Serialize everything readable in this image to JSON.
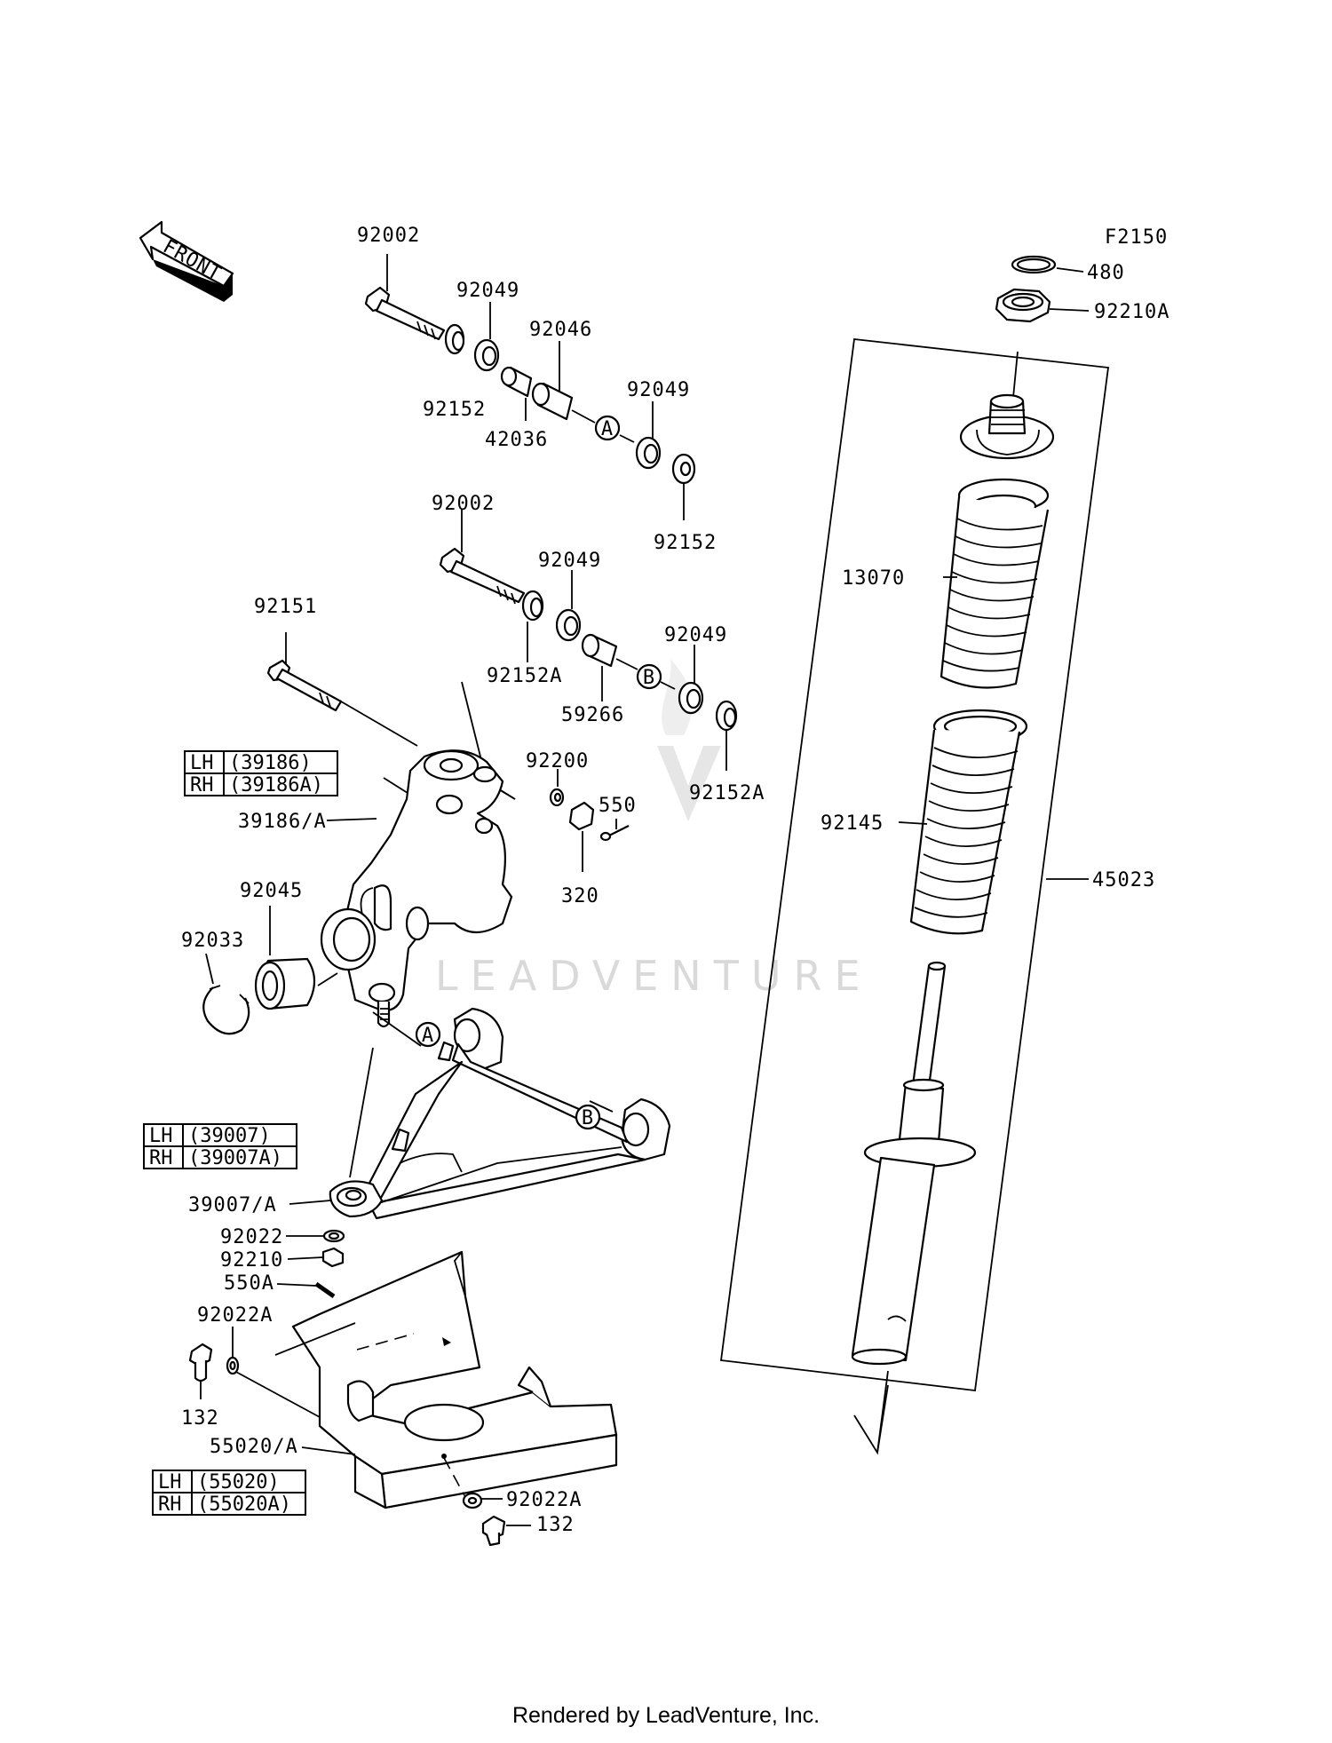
{
  "figure_code": "F2150",
  "front_badge": "FRONT",
  "watermark": "LEADVENTURE",
  "footer": "Rendered by LeadVenture, Inc.",
  "callouts": {
    "a_top": "A",
    "b_top": "B",
    "a_low": "A",
    "b_low": "B"
  },
  "labels": {
    "p92002_top": "92002",
    "p92049_a": "92049",
    "p92046": "92046",
    "p92152_a": "92152",
    "p42036": "42036",
    "p92049_b": "92049",
    "p92152_b": "92152",
    "p92002_mid": "92002",
    "p92049_c": "92049",
    "p92152A_a": "92152A",
    "p59266": "59266",
    "p92049_d": "92049",
    "p92152A_b": "92152A",
    "p92151": "92151",
    "p92200": "92200",
    "p550": "550",
    "p320": "320",
    "p39186": "39186/A",
    "p92045": "92045",
    "p92033": "92033",
    "p39007": "39007/A",
    "p92022": "92022",
    "p92210": "92210",
    "p550A": "550A",
    "p92022A_a": "92022A",
    "p132_a": "132",
    "p55020": "55020/A",
    "p92022A_b": "92022A",
    "p132_b": "132",
    "p480": "480",
    "p92210A": "92210A",
    "p13070": "13070",
    "p92145": "92145",
    "p45023": "45023"
  },
  "tables": {
    "knuckle": [
      {
        "side": "LH",
        "part": "(39186)"
      },
      {
        "side": "RH",
        "part": "(39186A)"
      }
    ],
    "arm": [
      {
        "side": "LH",
        "part": "(39007)"
      },
      {
        "side": "RH",
        "part": "(39007A)"
      }
    ],
    "guard": [
      {
        "side": "LH",
        "part": "(55020)"
      },
      {
        "side": "RH",
        "part": "(55020A)"
      }
    ]
  }
}
